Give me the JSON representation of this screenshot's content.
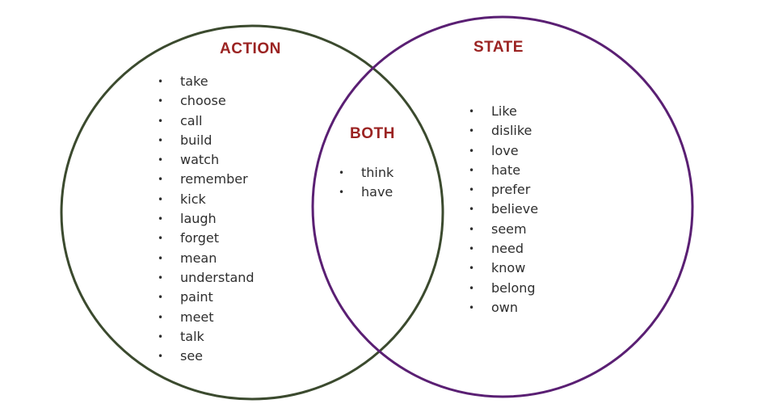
{
  "sets": {
    "action": {
      "title": "ACTION",
      "words": [
        "take",
        "choose",
        "call",
        "build",
        "watch",
        "remember",
        "kick",
        "laugh",
        "forget",
        "mean",
        "understand",
        "paint",
        "meet",
        "talk",
        "see"
      ]
    },
    "both": {
      "title": "BOTH",
      "words": [
        "think",
        "have"
      ]
    },
    "state": {
      "title": "STATE",
      "words": [
        "Like",
        "dislike",
        "love",
        "hate",
        "prefer",
        "believe",
        "seem",
        "need",
        "know",
        "belong",
        "own"
      ]
    }
  },
  "colors": {
    "title": "#9b2322",
    "action_circle": "#3b4a2e",
    "state_circle": "#5a1f73",
    "text": "#2e2e2e",
    "background": "#ffffff"
  }
}
